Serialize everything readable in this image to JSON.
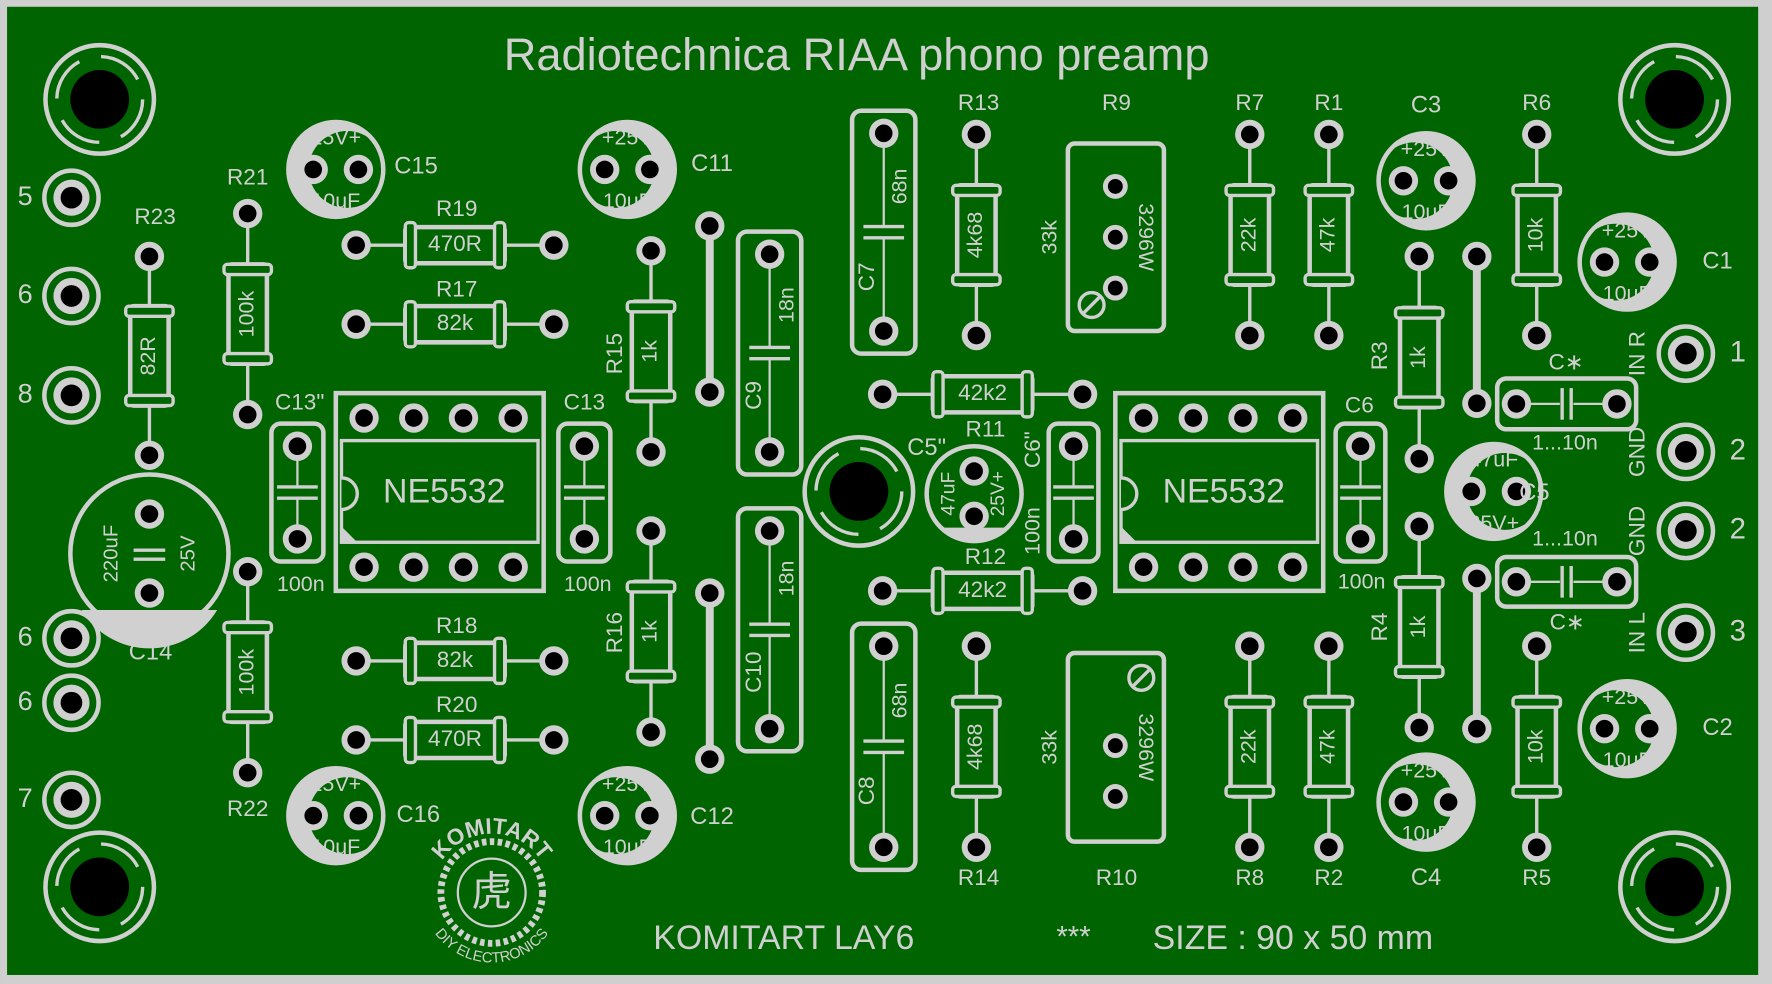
{
  "colors": {
    "board": "#006400",
    "silk": "#d0d0d0",
    "hole": "#000000",
    "frame": "#cfcfcf"
  },
  "board": {
    "title": "Radiotechnica RIAA phono preamp",
    "footer": {
      "brand": "KOMITART LAY6",
      "stars": "***",
      "size": "SIZE : 90 x 50 mm"
    },
    "logo": {
      "text_top": "KOMITART",
      "text_bottom": "DIY ELECTRONICS",
      "glyph": "虎"
    }
  },
  "connectors_left": [
    {
      "pin": "5"
    },
    {
      "pin": "6"
    },
    {
      "pin": "8"
    },
    {
      "pin": "6"
    },
    {
      "pin": "6"
    },
    {
      "pin": "7"
    }
  ],
  "connectors_right": [
    {
      "pin": "1",
      "label": "IN R"
    },
    {
      "pin": "2",
      "label": "GND"
    },
    {
      "pin": "2",
      "label": "GND"
    },
    {
      "pin": "3",
      "label": "IN L"
    }
  ],
  "ics": [
    {
      "part": "NE5532"
    },
    {
      "part": "NE5532"
    }
  ],
  "resistors": [
    {
      "ref": "R23",
      "value": "82R"
    },
    {
      "ref": "R21",
      "value": "100k"
    },
    {
      "ref": "R22",
      "value": "100k"
    },
    {
      "ref": "R15",
      "value": "1k"
    },
    {
      "ref": "R16",
      "value": "1k"
    },
    {
      "ref": "R13",
      "value": "4k68"
    },
    {
      "ref": "R14",
      "value": "4k68"
    },
    {
      "ref": "R7",
      "value": "22k"
    },
    {
      "ref": "R1",
      "value": "47k"
    },
    {
      "ref": "R8",
      "value": "22k"
    },
    {
      "ref": "R2",
      "value": "47k"
    },
    {
      "ref": "R6",
      "value": "10k"
    },
    {
      "ref": "R5",
      "value": "10k"
    },
    {
      "ref": "R3",
      "value": "1k"
    },
    {
      "ref": "R4",
      "value": "1k"
    },
    {
      "ref": "R19",
      "value": "470R"
    },
    {
      "ref": "R17",
      "value": "82k"
    },
    {
      "ref": "R18",
      "value": "82k"
    },
    {
      "ref": "R20",
      "value": "470R"
    },
    {
      "ref": "R11",
      "value": "42k2"
    },
    {
      "ref": "R12",
      "value": "42k2"
    }
  ],
  "electrolytics": [
    {
      "ref": "C15",
      "top": "25V+",
      "bottom": "10uF"
    },
    {
      "ref": "C11",
      "top": "+25V",
      "bottom": "10uF"
    },
    {
      "ref": "C16",
      "top": "25V+",
      "bottom": "10uF"
    },
    {
      "ref": "C12",
      "top": "+25V",
      "bottom": "10uF"
    },
    {
      "ref": "C3",
      "top": "+25V",
      "bottom": "10uF"
    },
    {
      "ref": "C1",
      "top": "+25V",
      "bottom": "10uF"
    },
    {
      "ref": "C4",
      "top": "+25V",
      "bottom": "10uF"
    },
    {
      "ref": "C2",
      "top": "+25V",
      "bottom": "10uF"
    },
    {
      "ref": "C5",
      "top": "47uF",
      "bottom": "25V+"
    },
    {
      "ref": "C5\"",
      "top": "47uF",
      "bottom": "25V+"
    },
    {
      "ref": "C14",
      "top": "220uF",
      "bottom": "25V"
    }
  ],
  "film_caps": [
    {
      "ref": "C13\"",
      "value": "100n"
    },
    {
      "ref": "C13",
      "value": "100n"
    },
    {
      "ref": "C6\"",
      "value": "100n"
    },
    {
      "ref": "C6",
      "value": "100n"
    },
    {
      "ref": "C9",
      "value": "18n"
    },
    {
      "ref": "C10",
      "value": "18n"
    },
    {
      "ref": "C7",
      "value": "68n"
    },
    {
      "ref": "C8",
      "value": "68n"
    },
    {
      "ref": "C∗",
      "value": "1...10n"
    },
    {
      "ref": "C∗",
      "value": "1...10n"
    }
  ],
  "trimmers": [
    {
      "ref": "R9",
      "value": "33k",
      "type": "3296W"
    },
    {
      "ref": "R10",
      "value": "33k",
      "type": "3296W"
    }
  ]
}
